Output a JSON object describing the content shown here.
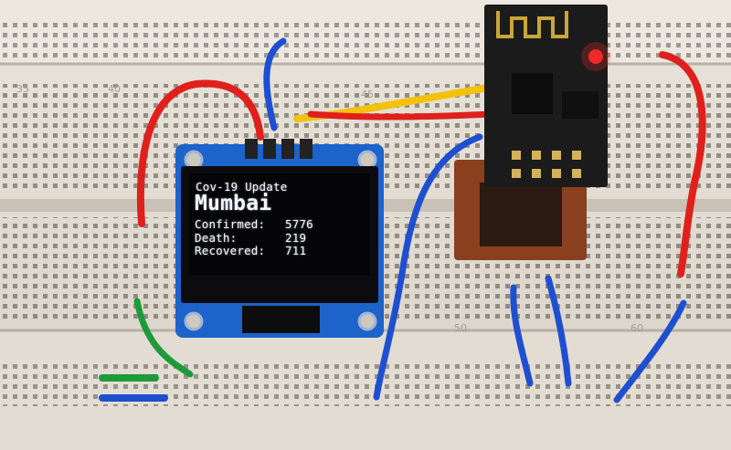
{
  "photo": {
    "subject": "breadboard-oled-esp8266"
  },
  "oled": {
    "title": "Cov-19 Update",
    "city": "Mumbai",
    "rows": [
      {
        "label": "Confirmed:",
        "value": "5776"
      },
      {
        "label": "Death:",
        "value": "219"
      },
      {
        "label": "Recovered:",
        "value": "711"
      }
    ]
  },
  "breadboard": {
    "column_numbers": [
      "35",
      "40",
      "45",
      "50",
      "60"
    ]
  },
  "colors": {
    "oled_pcb": "#1d63c9",
    "esp_pcb": "#1b1b1b",
    "wire_red": "#e0201c",
    "wire_blue": "#1f4fd1",
    "wire_yellow": "#f2c20c",
    "wire_green": "#1f9a3b",
    "led_red": "#ff2a2a"
  }
}
